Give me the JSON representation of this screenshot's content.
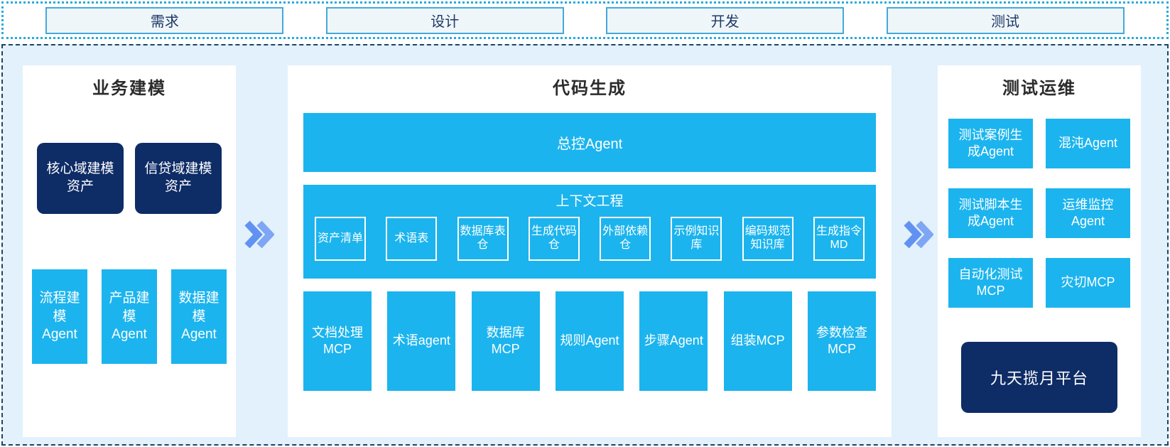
{
  "colors": {
    "cyan": "#1cb4ee",
    "navy": "#0e2c66",
    "light_bg": "#e2f1fb",
    "panel_bg": "#ffffff",
    "top_box_bg": "#eff6fa",
    "top_box_border": "#44a9d9",
    "top_text": "#1f3864",
    "chevron1": "#6292f1",
    "chevron2": "#7fa6f4",
    "dashed_border": "#1c4464",
    "dotted_border": "#2aaade",
    "title_text": "#2b2b2b"
  },
  "phases": [
    {
      "label": "需求"
    },
    {
      "label": "设计"
    },
    {
      "label": "开发"
    },
    {
      "label": "测试"
    }
  ],
  "business_modeling": {
    "title": "业务建模",
    "asset_boxes": [
      {
        "label": "核心域建模资产"
      },
      {
        "label": "信贷域建模资产"
      }
    ],
    "agent_boxes": [
      {
        "label": "流程建模Agent"
      },
      {
        "label": "产品建模Agent"
      },
      {
        "label": "数据建模Agent"
      }
    ]
  },
  "code_generation": {
    "title": "代码生成",
    "master_agent": "总控Agent",
    "context_engineering": {
      "title": "上下文工程",
      "items": [
        "资产清单",
        "术语表",
        "数据库表仓",
        "生成代码仓",
        "外部依赖仓",
        "示例知识库",
        "编码规范知识库",
        "生成指令MD"
      ]
    },
    "bottom_agents": [
      "文档处理MCP",
      "术语agent",
      "数据库MCP",
      "规则Agent",
      "步骤Agent",
      "组装MCP",
      "参数检查MCP"
    ]
  },
  "test_ops": {
    "title": "测试运维",
    "boxes": [
      "测试案例生成Agent",
      "混沌Agent",
      "测试脚本生成Agent",
      "运维监控Agent",
      "自动化测试MCP",
      "灾切MCP"
    ],
    "platform": "九天揽月平台"
  }
}
